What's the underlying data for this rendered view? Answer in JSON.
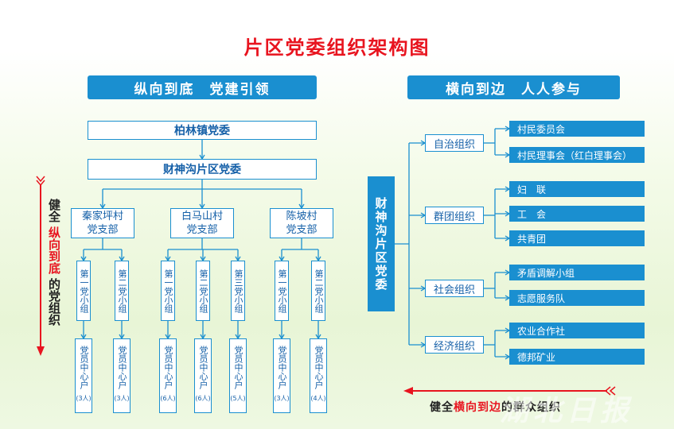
{
  "title": "片区党委组织架构图",
  "left_banner": "纵向到底　党建引领",
  "right_banner": "横向到边　人人参与",
  "left": {
    "top1": "柏林镇党委",
    "top2": "财神沟片区党委",
    "branches": [
      {
        "name": "秦家坪村\n党支部",
        "groups": [
          {
            "g": "第一党小组",
            "h": "党员中心户",
            "n": "(3人)"
          },
          {
            "g": "第二党小组",
            "h": "党员中心户",
            "n": "(3人)"
          }
        ]
      },
      {
        "name": "白马山村\n党支部",
        "groups": [
          {
            "g": "第一党小组",
            "h": "党员中心户",
            "n": "(6人)"
          },
          {
            "g": "第二党小组",
            "h": "党员中心户",
            "n": "(6人)"
          },
          {
            "g": "第三党小组",
            "h": "党员中心户",
            "n": "(5人)"
          }
        ]
      },
      {
        "name": "陈坡村\n党支部",
        "groups": [
          {
            "g": "第一党小组",
            "h": "党员中心户",
            "n": "(3人)"
          },
          {
            "g": "第二党小组",
            "h": "党员中心户",
            "n": "(4人)"
          }
        ]
      }
    ],
    "side_label": {
      "pre": "健全",
      "em": "纵向到底",
      "post": "的党组织"
    }
  },
  "right": {
    "root": "财神沟片区党委",
    "categories": [
      {
        "name": "自治组织",
        "items": [
          "村民委员会",
          "村民理事会（红白理事会）"
        ]
      },
      {
        "name": "群团组织",
        "items": [
          "妇　联",
          "工　会",
          "共青团"
        ]
      },
      {
        "name": "社会组织",
        "items": [
          "矛盾调解小组",
          "志愿服务队"
        ]
      },
      {
        "name": "经济组织",
        "items": [
          "农业合作社",
          "德邦矿业"
        ]
      }
    ],
    "bottom_label": {
      "pre": "健全",
      "em": "横向到边",
      "post": "的群众组织"
    }
  },
  "watermark": "湖北日报",
  "colors": {
    "accent": "#1a8fd0",
    "title": "#e8141f"
  }
}
